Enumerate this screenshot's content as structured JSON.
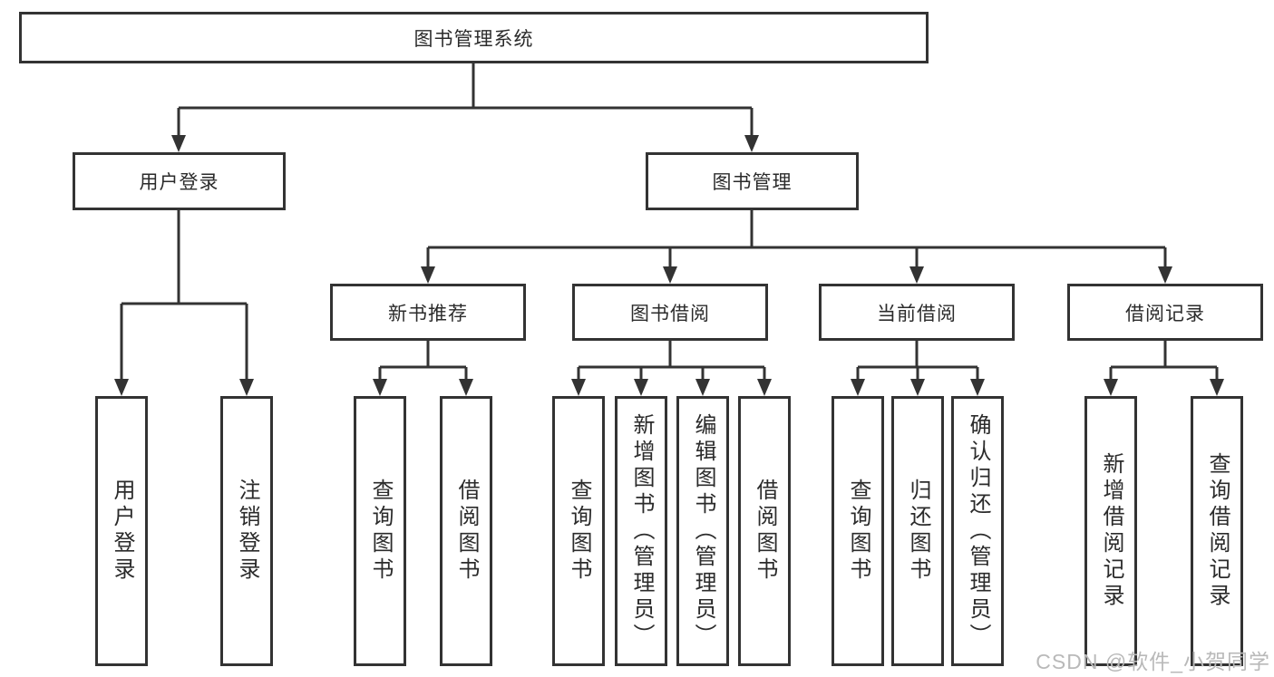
{
  "title": "图书管理系统",
  "level2": [
    {
      "label": "用户登录"
    },
    {
      "label": "图书管理"
    }
  ],
  "level3": [
    {
      "label": "新书推荐"
    },
    {
      "label": "图书借阅"
    },
    {
      "label": "当前借阅"
    },
    {
      "label": "借阅记录"
    }
  ],
  "leaves": {
    "user_login": [
      "用户登录",
      "注销登录"
    ],
    "new_book": [
      "查询图书",
      "借阅图书"
    ],
    "borrow": [
      "查询图书",
      "新增图书（管理员）",
      "编辑图书（管理员）",
      "借阅图书"
    ],
    "current": [
      "查询图书",
      "归还图书",
      "确认归还（管理员）"
    ],
    "records": [
      "新增借阅记录",
      "查询借阅记录"
    ]
  },
  "watermark": "CSDN @软件_小贺同学",
  "colors": {
    "line": "#333333",
    "text": "#2b2b2b",
    "watermark": "#b9b9b9"
  }
}
